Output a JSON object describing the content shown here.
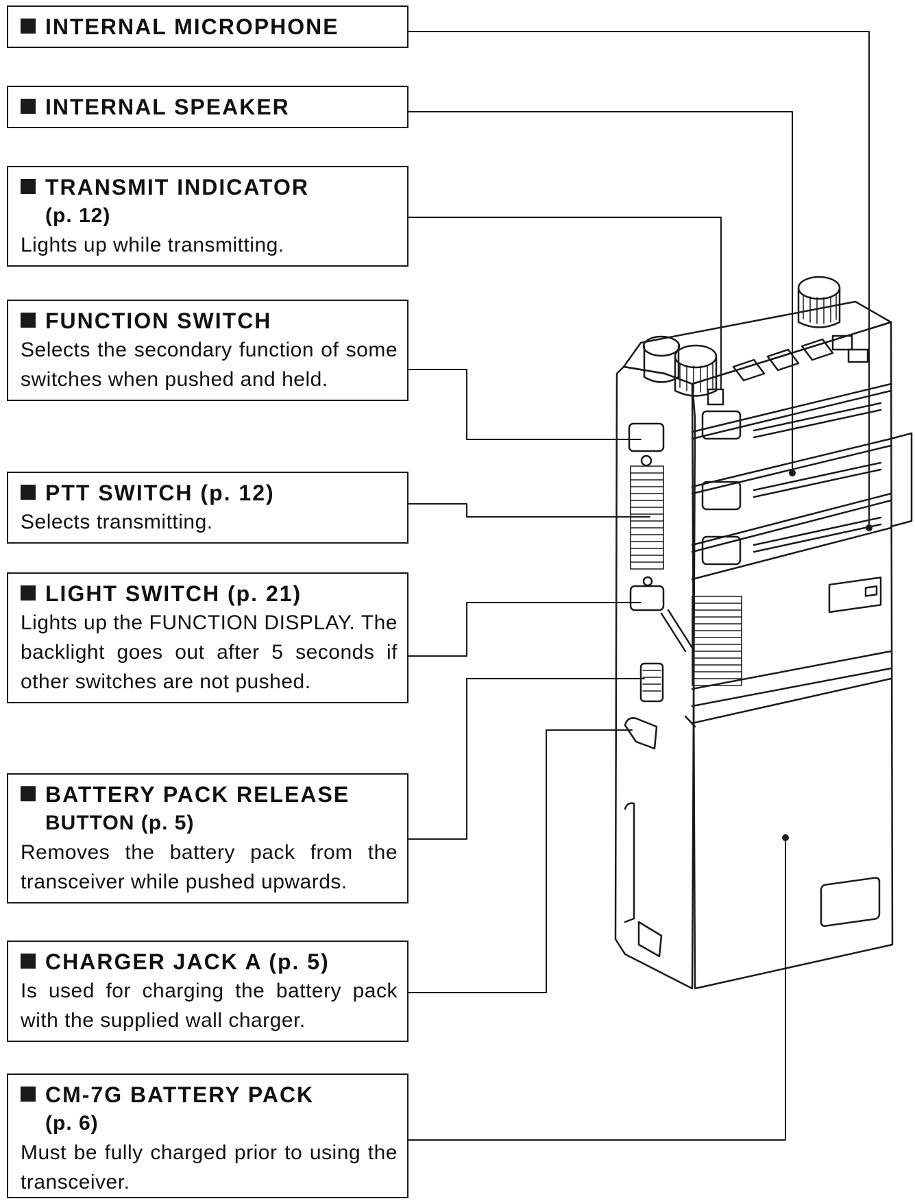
{
  "callouts": [
    {
      "id": "internal-microphone",
      "title": "INTERNAL MICROPHONE",
      "subtitle": "",
      "description": ""
    },
    {
      "id": "internal-speaker",
      "title": "INTERNAL SPEAKER",
      "subtitle": "",
      "description": ""
    },
    {
      "id": "transmit-indicator",
      "title": "TRANSMIT INDICATOR",
      "subtitle": "(p. 12)",
      "description": "Lights up while transmitting."
    },
    {
      "id": "function-switch",
      "title": "FUNCTION SWITCH",
      "subtitle": "",
      "description": "Selects the secondary function of some switches when pushed and held."
    },
    {
      "id": "ptt-switch",
      "title": "PTT SWITCH (p. 12)",
      "subtitle": "",
      "description": "Selects transmitting."
    },
    {
      "id": "light-switch",
      "title": "LIGHT SWITCH (p. 21)",
      "subtitle": "",
      "description": "Lights up the FUNCTION DISPLAY. The backlight goes out after 5 seconds if other switches are not pushed."
    },
    {
      "id": "battery-pack-release",
      "title": "BATTERY PACK RELEASE",
      "subtitle": "BUTTON (p. 5)",
      "description": "Removes the battery pack from the transceiver while pushed upwards."
    },
    {
      "id": "charger-jack",
      "title": "CHARGER JACK A (p. 5)",
      "subtitle": "",
      "description": "Is used for charging the battery pack with the supplied wall charger."
    },
    {
      "id": "battery-pack",
      "title": "CM-7G BATTERY PACK",
      "subtitle": "(p. 6)",
      "description": "Must be fully charged prior to using the transceiver."
    }
  ],
  "colors": {
    "ink": "#1a1a1a",
    "paper": "#ffffff"
  }
}
